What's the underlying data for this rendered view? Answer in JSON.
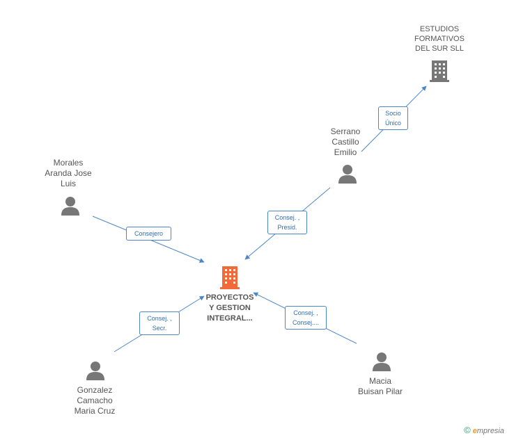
{
  "nodes": {
    "main_company": {
      "name_lines": [
        "PROYECTOS",
        "Y GESTION",
        "INTEGRAL..."
      ],
      "icon": "building-icon",
      "color": "#f26a3a"
    },
    "estudios": {
      "name_lines": [
        "ESTUDIOS",
        "FORMATIVOS",
        "DEL SUR SLL"
      ],
      "icon": "building-icon",
      "color": "#777777"
    },
    "serrano": {
      "name_lines": [
        "Serrano",
        "Castillo",
        "Emilio"
      ],
      "icon": "person-icon",
      "color": "#777777"
    },
    "morales": {
      "name_lines": [
        "Morales",
        "Aranda Jose",
        "Luis"
      ],
      "icon": "person-icon",
      "color": "#777777"
    },
    "gonzalez": {
      "name_lines": [
        "Gonzalez",
        "Camacho",
        "Maria Cruz"
      ],
      "icon": "person-icon",
      "color": "#777777"
    },
    "macia": {
      "name_lines": [
        "Macia",
        "Buisan Pilar"
      ],
      "icon": "person-icon",
      "color": "#777777"
    }
  },
  "edges": {
    "socio_unico": [
      "Socio",
      "Único"
    ],
    "serrano_role": [
      "Consej. ,",
      "Presid."
    ],
    "morales_role": [
      "Consejero"
    ],
    "gonzalez_role": [
      "Consej. ,",
      "Secr."
    ],
    "macia_role": [
      "Consej. ,",
      "Consej...."
    ]
  },
  "colors": {
    "edge": "#4a86c8",
    "person": "#777777",
    "company": "#777777",
    "main": "#f26a3a"
  },
  "footer": {
    "copyright": "©",
    "brand_first": "e",
    "brand_rest": "mpresia"
  }
}
